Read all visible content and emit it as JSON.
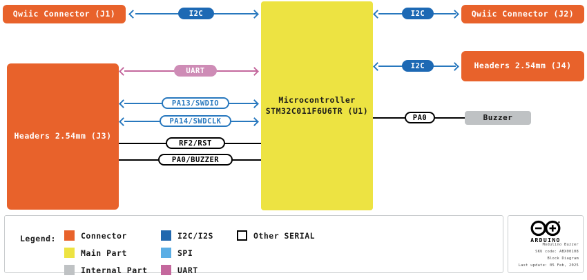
{
  "diagram": {
    "title": "Modulino Buzzer Block Diagram",
    "blocks": [
      {
        "id": "j1",
        "label": "Qwiic Connector (J1)",
        "kind": "Connector",
        "color": "#E8622B"
      },
      {
        "id": "j3",
        "label": "Headers 2.54mm (J3)",
        "kind": "Connector",
        "color": "#E8622B"
      },
      {
        "id": "u1",
        "label_line1": "Microcontroller",
        "label_line2": "STM32C011F6U6TR (U1)",
        "kind": "Main Part",
        "color": "#EDE342"
      },
      {
        "id": "j2",
        "label": "Qwiic Connector (J2)",
        "kind": "Connector",
        "color": "#E8622B"
      },
      {
        "id": "j4",
        "label": "Headers 2.54mm (J4)",
        "kind": "Connector",
        "color": "#E8622B"
      },
      {
        "id": "buzzer",
        "label": "Buzzer",
        "kind": "Internal Part",
        "color": "#BFC2C4"
      }
    ],
    "connections": [
      {
        "id": "c1",
        "from": "j1",
        "to": "u1",
        "label": "I2C",
        "bus": "I2C/I2S",
        "color": "#2878BE",
        "bidirectional": true
      },
      {
        "id": "c2",
        "from": "u1",
        "to": "j2",
        "label": "I2C",
        "bus": "I2C/I2S",
        "color": "#2878BE",
        "bidirectional": true
      },
      {
        "id": "c3",
        "from": "u1",
        "to": "j4",
        "label": "I2C",
        "bus": "I2C/I2S",
        "color": "#2878BE",
        "bidirectional": true
      },
      {
        "id": "c4",
        "from": "j3",
        "to": "u1",
        "label": "UART",
        "bus": "UART",
        "color": "#C4689D",
        "bidirectional": true
      },
      {
        "id": "c5",
        "from": "j3",
        "to": "u1",
        "label": "PA13/SWDIO",
        "bus": "SPI",
        "color": "#2878BE",
        "bidirectional": true
      },
      {
        "id": "c6",
        "from": "j3",
        "to": "u1",
        "label": "PA14/SWDCLK",
        "bus": "SPI",
        "color": "#2878BE",
        "bidirectional": true
      },
      {
        "id": "c7",
        "from": "j3",
        "to": "u1",
        "label": "RF2/RST",
        "bus": "Other SERIAL",
        "color": "#000000",
        "bidirectional": false
      },
      {
        "id": "c8",
        "from": "j3",
        "to": "u1",
        "label": "PA0/BUZZER",
        "bus": "Other SERIAL",
        "color": "#000000",
        "bidirectional": false
      },
      {
        "id": "c9",
        "from": "u1",
        "to": "buzzer",
        "label": "PA0",
        "bus": "Other SERIAL",
        "color": "#000000",
        "bidirectional": false
      }
    ]
  },
  "legend": {
    "title": "Legend:",
    "columns": [
      [
        {
          "label": "Connector",
          "color": "#E8622B",
          "style": "fill"
        },
        {
          "label": "Main Part",
          "color": "#EDE342",
          "style": "fill"
        },
        {
          "label": "Internal Part",
          "color": "#BFC2C4",
          "style": "fill"
        }
      ],
      [
        {
          "label": "I2C/I2S",
          "color": "#2268AE",
          "style": "fill"
        },
        {
          "label": "SPI",
          "color": "#5BAEE5",
          "style": "fill"
        },
        {
          "label": "UART",
          "color": "#C4689D",
          "style": "fill"
        }
      ],
      [
        {
          "label": "Other SERIAL",
          "color": "#FFFFFF",
          "style": "outline"
        }
      ]
    ]
  },
  "titleblock": {
    "brand": "ARDUINO",
    "logo_icon": "arduino-infinity-logo",
    "lines": [
      "Modulino Buzzer",
      "SKU code: ABX00108",
      "Block Diagram",
      "Last update: 05 Feb, 2025"
    ]
  }
}
